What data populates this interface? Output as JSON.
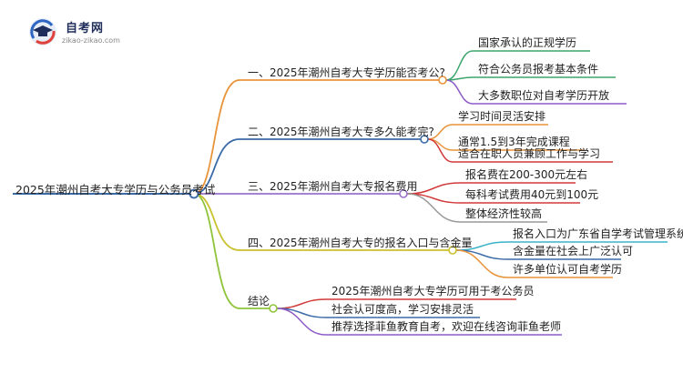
{
  "logo": {
    "title": "自考网",
    "url": "zikao-zikao.com",
    "icon": "graduation-cap-icon"
  },
  "root": "2025年潮州自考大专学历与公务员考试",
  "branches": [
    {
      "label": "一、2025年潮州自考大专学历能否考公?",
      "color": "#e8943a",
      "items": [
        "国家承认的正规学历",
        "符合公务员报考基本条件",
        "大多数职位对自考学历开放"
      ],
      "item_colors": [
        "#3aa56a",
        "#3aa56a",
        "#8e5cc7"
      ]
    },
    {
      "label": "二、2025年潮州自考大专多久能考完?",
      "color": "#3b6aa8",
      "items": [
        "学习时间灵活安排",
        "通常1.5到3年完成课程",
        "适合在职人员兼顾工作与学习"
      ],
      "item_colors": [
        "#e8943a",
        "#e8943a",
        "#d23a3a"
      ]
    },
    {
      "label": "三、2025年潮州自考大专报名费用",
      "color": "#9a72c9",
      "items": [
        "报名费在200-300元左右",
        "每科考试费用40元到100元",
        "整体经济性较高"
      ],
      "item_colors": [
        "#d23a3a",
        "#d23a3a",
        "#999999"
      ]
    },
    {
      "label": "四、2025年潮州自考大专的报名入口与含金量",
      "color": "#c9c12e",
      "items": [
        "报名入口为广东省自学考试管理系统",
        "含金量在社会上广泛认可",
        "许多单位认可自考学历"
      ],
      "item_colors": [
        "#3ab3c9",
        "#3b6aa8",
        "#e8943a"
      ]
    },
    {
      "label": "结论",
      "color": "#8fc43a",
      "items": [
        "2025年潮州自考大专学历可用于考公务员",
        "社会认可度高，学习安排灵活",
        "推荐选择菲鱼教育自考，欢迎在线咨询菲鱼老师"
      ],
      "item_colors": [
        "#d23a3a",
        "#3b6aa8",
        "#8e5cc7"
      ]
    }
  ]
}
